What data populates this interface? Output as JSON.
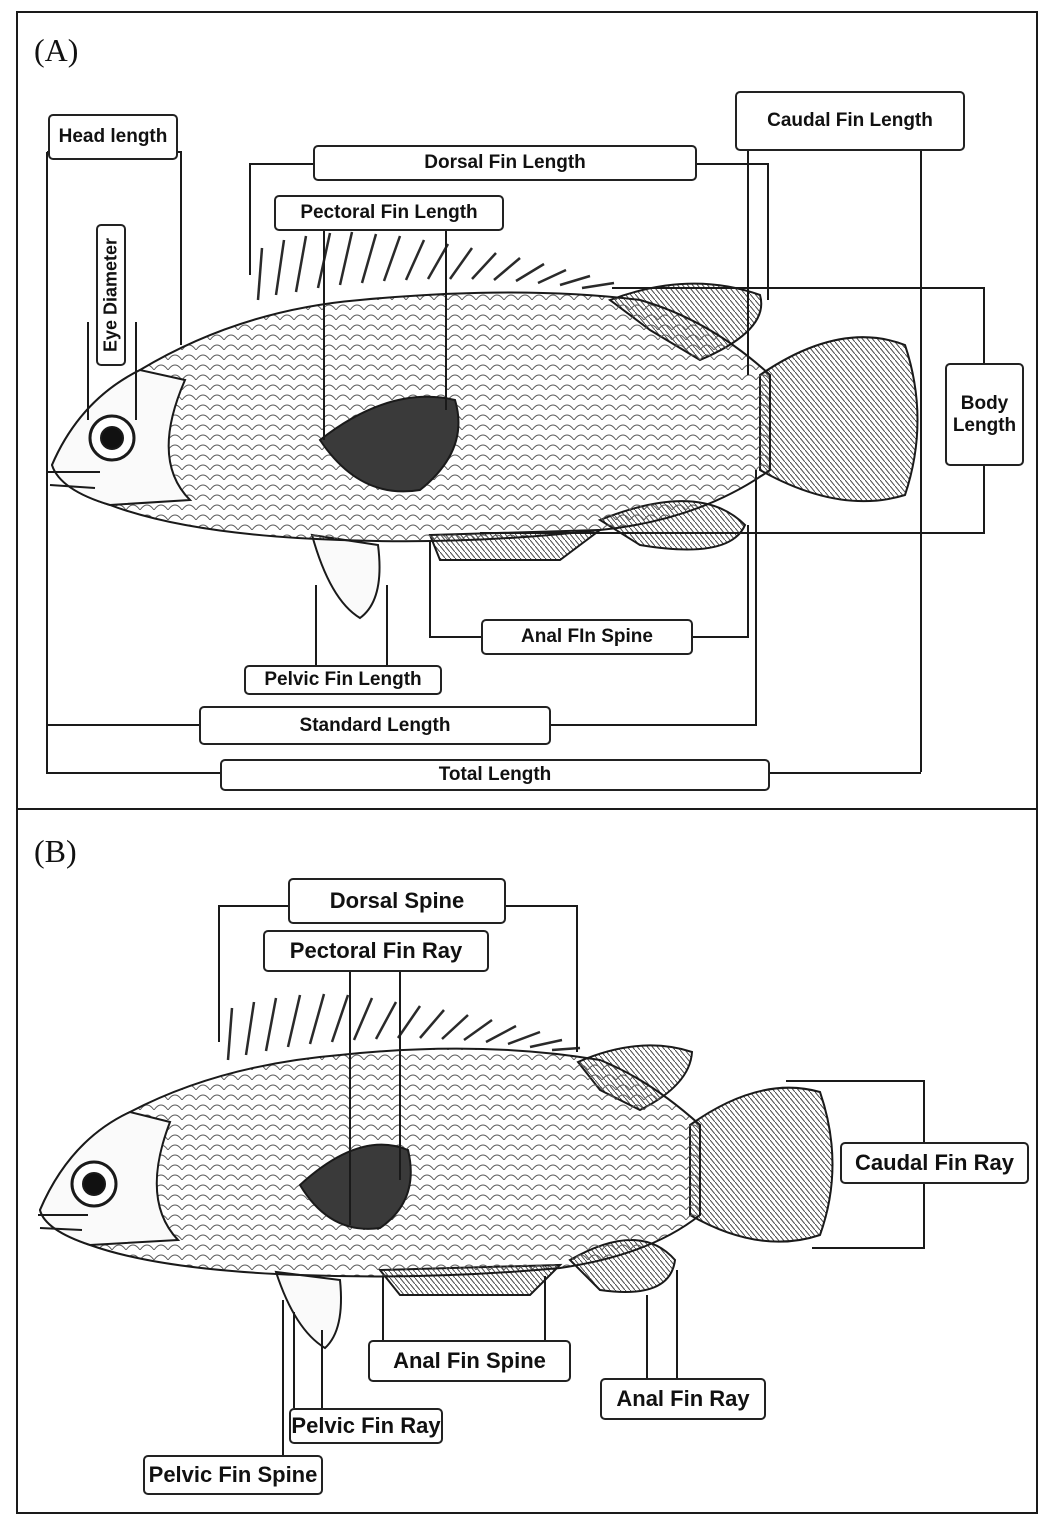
{
  "panels": [
    {
      "letter": "(A)",
      "labels": {
        "head_length": "Head length",
        "eye_diameter": "Eye Diameter",
        "dorsal_fin_length": "Dorsal Fin Length",
        "pectoral_fin_length": "Pectoral Fin Length",
        "caudal_fin_length": "Caudal Fin Length",
        "body_length": "Body Length",
        "anal_fin_spine": "Anal FIn Spine",
        "pelvic_fin_length": "Pelvic Fin Length",
        "standard_length": "Standard Length",
        "total_length": "Total Length"
      }
    },
    {
      "letter": "(B)",
      "labels": {
        "dorsal_spine": "Dorsal Spine",
        "pectoral_fin_ray": "Pectoral Fin Ray",
        "caudal_fin_ray": "Caudal Fin Ray",
        "anal_fin_spine": "Anal Fin Spine",
        "anal_fin_ray": "Anal Fin Ray",
        "pelvic_fin_ray": "Pelvic Fin Ray",
        "pelvic_fin_spine": "Pelvic Fin Spine"
      }
    }
  ],
  "colors": {
    "ink": "#1a1a1a",
    "fin_shade": "#3a3a3a",
    "body_fill": "#f2f2f2"
  }
}
